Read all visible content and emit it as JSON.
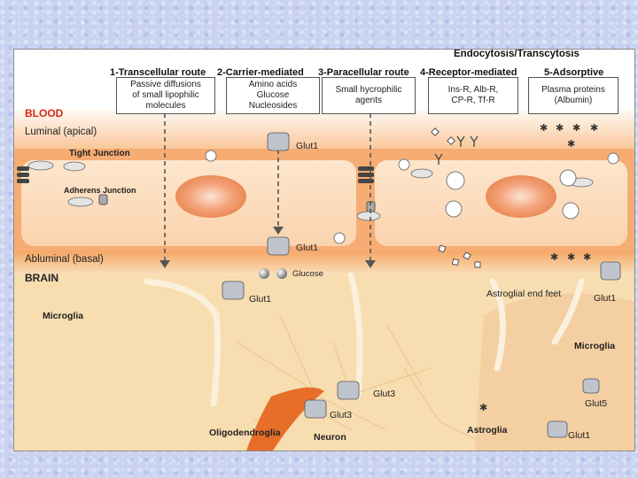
{
  "header": {
    "endocytosis": "Endocytosis/Transcytosis",
    "routes": [
      "1-Transcellular route",
      "2-Carrier-mediated",
      "3-Paracellular route",
      "4-Receptor-mediated",
      "5-Adsorptive"
    ]
  },
  "route_boxes": [
    [
      "Passive diffusions",
      "of small lipophilic",
      "molecules"
    ],
    [
      "Amino acids",
      "Glucose",
      "Nucleosides"
    ],
    [
      "Small hycrophilic",
      "agents"
    ],
    [
      "Ins-R, Alb-R,",
      "CP-R, Tf-R"
    ],
    [
      "Plasma proteins",
      "(Albumin)"
    ]
  ],
  "labels": {
    "blood": "BLOOD",
    "luminal": "Luminal (apical)",
    "tight_junction": "Tight Junction",
    "adherens_junction": "Adherens Junction",
    "abluminal": "Abluminal (basal)",
    "brain": "BRAIN",
    "microglia_left": "Microglia",
    "glut1_top": "Glut1",
    "glut1_mid": "Glut1",
    "glut1_bottom": "Glut1",
    "glucose": "Glucose",
    "astroglial_end_feet": "Astroglial end feet",
    "glut1_right": "Glut1",
    "microglia_right": "Microglia",
    "glut3_a": "Glut3",
    "glut3_b": "Glut3",
    "glut5": "Glut5",
    "oligodendroglia": "Oligodendroglia",
    "neuron": "Neuron",
    "astroglia": "Astroglia",
    "glut1_br": "Glut1"
  },
  "colors": {
    "blood_label": "#d9281c",
    "endothelium": "#f4a26a",
    "brain_bg": "#f6dcab"
  }
}
